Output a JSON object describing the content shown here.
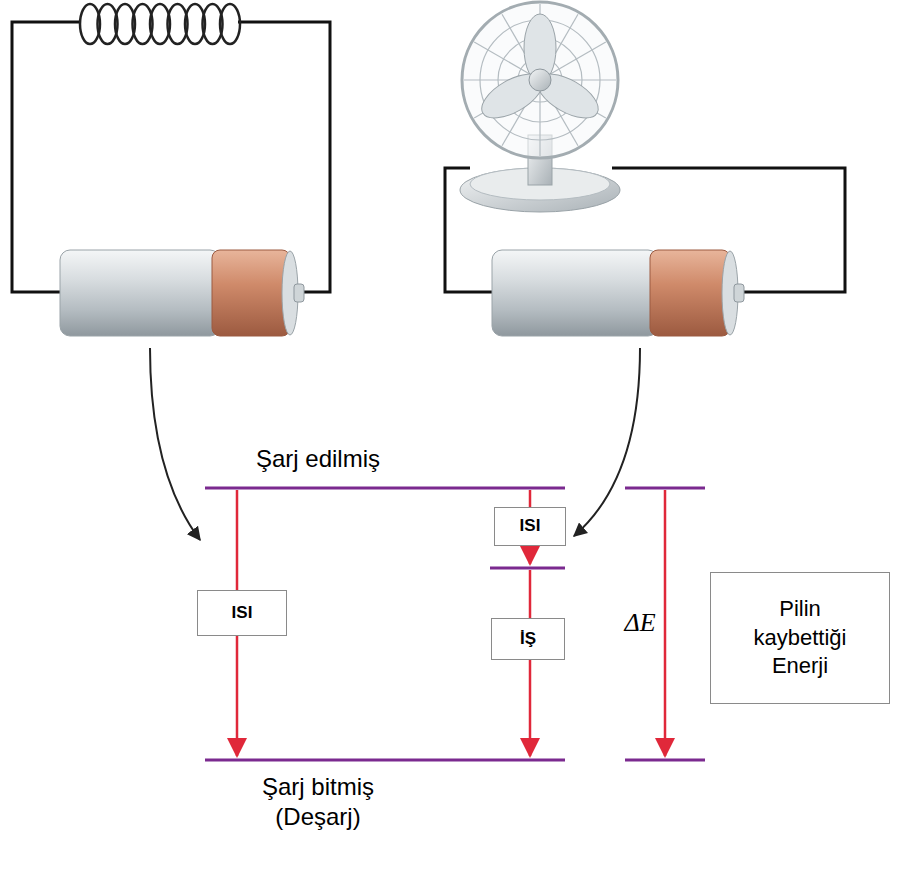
{
  "diagram": {
    "nodes": [
      {
        "text": [
          "ISI"
        ]
      },
      {
        "text": [
          "ISI"
        ]
      },
      {
        "text": [
          "İŞ"
        ]
      },
      {
        "text": [
          "Pilin kaybettiği Enerji"
        ]
      }
    ],
    "labels": [
      "Şarj edilmiş",
      "ΔE",
      "Şarj bitmiş (Deşarj)"
    ]
  }
}
